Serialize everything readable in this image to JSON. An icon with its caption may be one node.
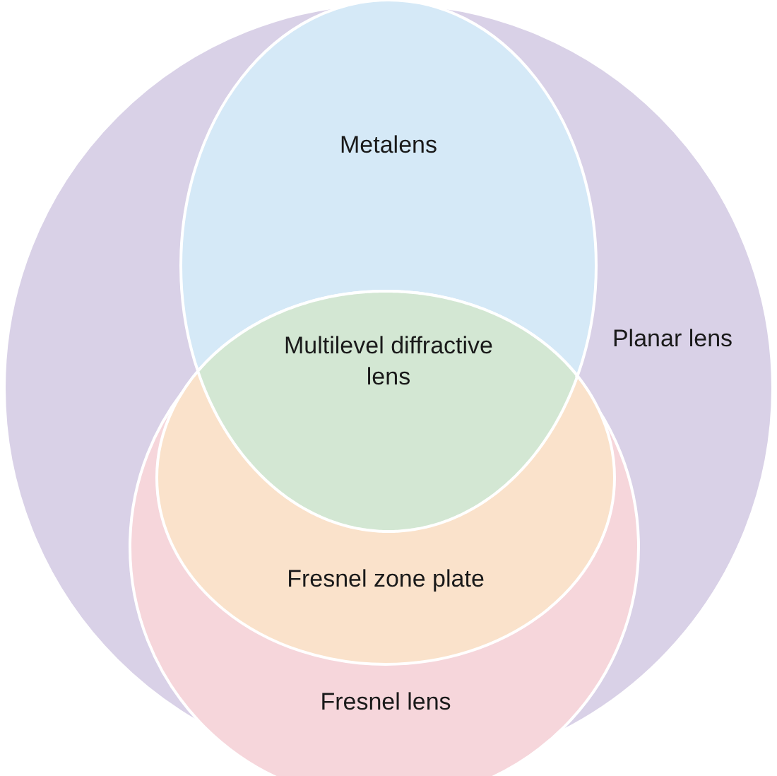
{
  "diagram": {
    "nodes": [
      {
        "text": [
          "Planar lens"
        ]
      },
      {
        "text": [
          "Metalens"
        ],
        "in": 0
      },
      {
        "text": [
          "Fresnel lens"
        ],
        "in": 0
      },
      {
        "text": [
          "Fresnel zone plate"
        ],
        "in": 2
      },
      {
        "text": [
          "Multilevel diffractive lens"
        ]
      }
    ]
  }
}
